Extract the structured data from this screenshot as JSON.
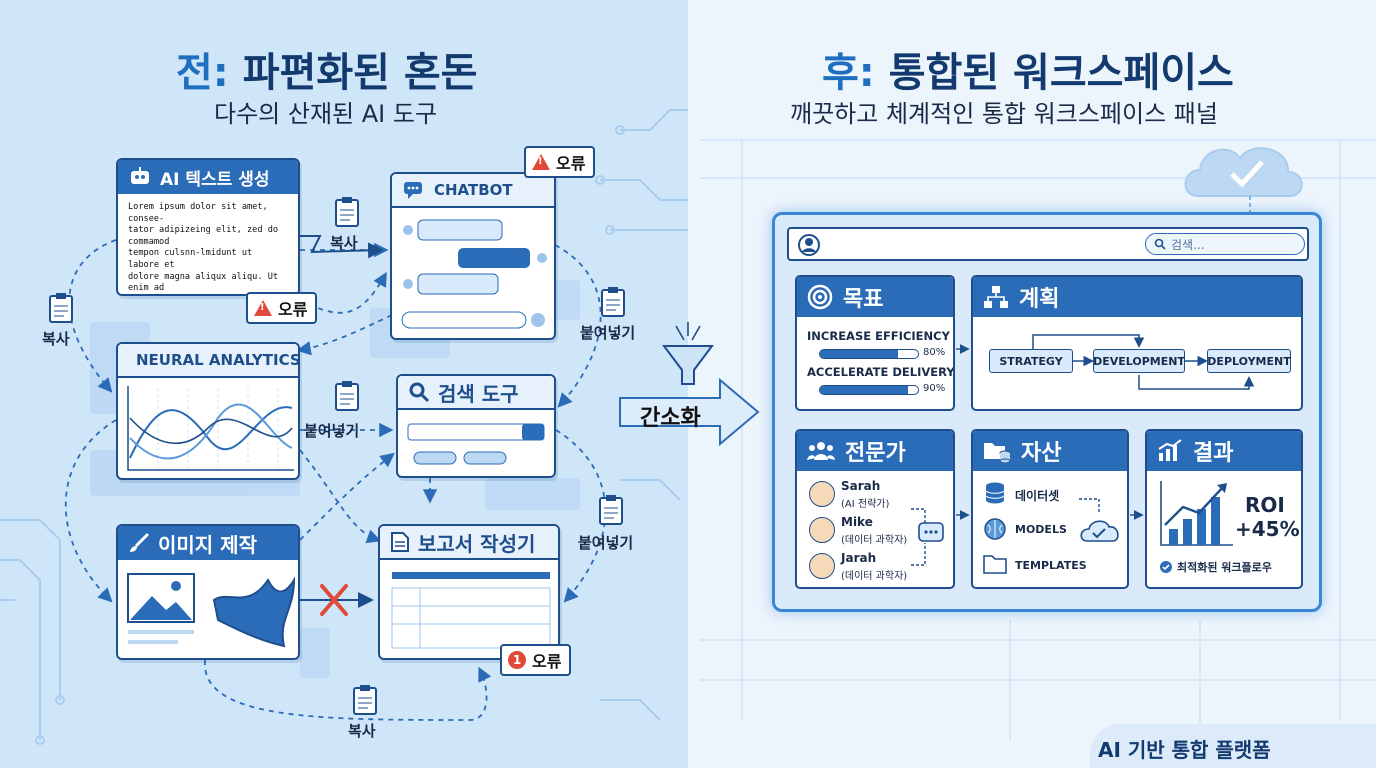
{
  "left": {
    "title_prefix": "전:",
    "title_main": "파편화된 혼돈",
    "subtitle": "다수의 산재된 AI 도구",
    "windows": {
      "text_gen": {
        "title": "AI 텍스트 생성",
        "body": "Lorem ipsum dolor sit amet, consee-\ntator adipizeing elit, zed do commamod\ntempon culsnn-lmidunt ut labore et\ndolore magna aliqux aliqu. Ut enim ad\nminhn veniam, guis nonivurn, quis\nnostrud esoaam: laberie nisl ut aliquip\nex ec mmdo consequat."
      },
      "chatbot": {
        "title": "CHATBOT"
      },
      "neural": {
        "title": "NEURAL ANALYTICS"
      },
      "search": {
        "title": "검색 도구"
      },
      "image": {
        "title": "이미지 제작"
      },
      "report": {
        "title": "보고서 작성기"
      }
    },
    "errors": [
      "오류",
      "오류",
      "오류"
    ],
    "error_number": "1",
    "actions": {
      "copy": "복사",
      "paste": "붙여넣기"
    }
  },
  "arrow_label": "간소화",
  "right": {
    "title_prefix": "후:",
    "title_main": "통합된 워크스페이스",
    "subtitle": "깨끗하고 체계적인 통합 워크스페이스 패널",
    "search_placeholder": "검색...",
    "cards": {
      "goal": {
        "title": "목표",
        "items": [
          {
            "label": "INCREASE EFFICIENCY",
            "value": "80%",
            "fraction": 0.8
          },
          {
            "label": "ACCELERATE DELIVERY",
            "value": "90%",
            "fraction": 0.9
          }
        ]
      },
      "plan": {
        "title": "계획",
        "stages": [
          "STRATEGY",
          "DEVELOPMENT",
          "DEPLOYMENT"
        ]
      },
      "experts": {
        "title": "전문가",
        "people": [
          {
            "name": "Sarah",
            "role": "(AI 전략가)"
          },
          {
            "name": "Mike",
            "role": "(데이터 과학자)"
          },
          {
            "name": "Jarah",
            "role": "(데이터 과학자)"
          }
        ]
      },
      "assets": {
        "title": "자산",
        "items": [
          "데이터셋",
          "MODELS",
          "TEMPLATES"
        ]
      },
      "results": {
        "title": "결과",
        "roi_label": "ROI",
        "roi_value": "+45%",
        "note": "최적화된 워크플로우"
      }
    }
  },
  "footer": "AI 기반 통합 플랫폼",
  "colors": {
    "primary": "#2b6cb8",
    "dark": "#1e4f8c",
    "error": "#e14a3b",
    "left_bg": "#cfe5f8",
    "right_bg": "#edf5fc"
  }
}
